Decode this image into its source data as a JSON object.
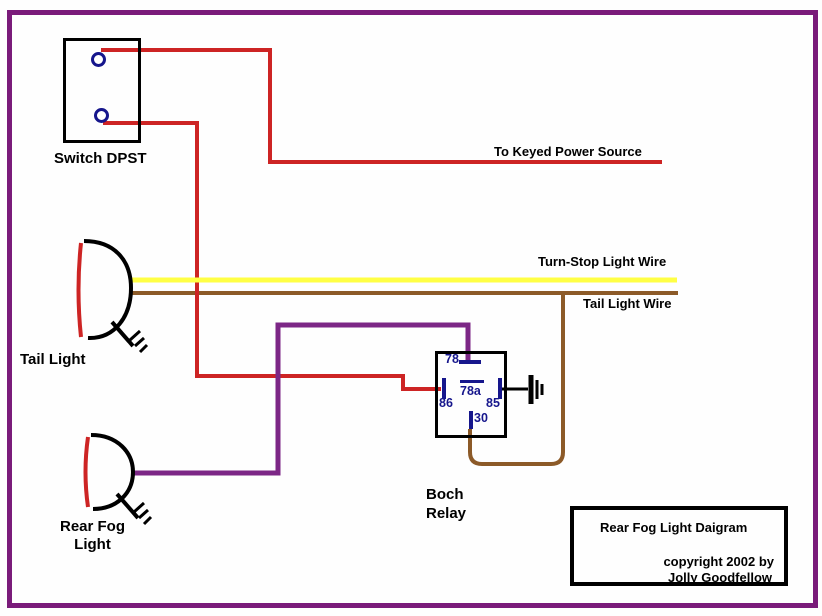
{
  "colors": {
    "frame": "#7a1b7a",
    "wire-red": "#cd2424",
    "wire-yellow": "#ffff44",
    "wire-brown": "#8c5a28",
    "wire-purple": "#7c2786",
    "terminal-navy": "#16168c"
  },
  "labels": {
    "switch": "Switch DPST",
    "keyed_power": "To Keyed Power Source",
    "turn_stop_wire": "Turn-Stop Light Wire",
    "tail_light_wire": "Tail Light Wire",
    "tail_light": "Tail Light",
    "rear_fog_line1": "Rear Fog",
    "rear_fog_line2": "Light",
    "relay_line1": "Boch",
    "relay_line2": "Relay"
  },
  "relay": {
    "terminal_78": "78",
    "terminal_78a": "78a",
    "terminal_86": "86",
    "terminal_85": "85",
    "terminal_30": "30"
  },
  "title_box": {
    "title": "Rear Fog Light Daigram",
    "copyright_line1": "copyright 2002 by",
    "copyright_line2": "Jolly Goodfellow"
  }
}
